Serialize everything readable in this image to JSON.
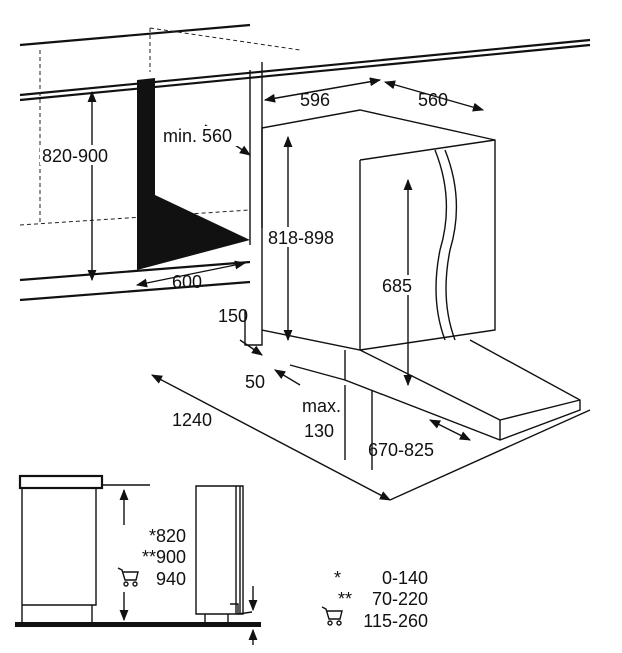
{
  "dimensions": {
    "niche_width": "596",
    "niche_depth": "560",
    "niche_height": "820-900",
    "min_depth": "min. 560",
    "appliance_height": "818-898",
    "niche_width_front": "600",
    "door_height": "685",
    "plinth_height": "150",
    "plinth_depth": "50",
    "max_label": "max.",
    "max_value": "130",
    "door_travel": "1240",
    "door_open_range": "670-825"
  },
  "side_view": {
    "heights": [
      "*820",
      "**900",
      "940"
    ],
    "plinth_ranges": [
      {
        "marker": "*",
        "value": "0-140"
      },
      {
        "marker": "**",
        "value": "70-220"
      },
      {
        "marker": "cart",
        "value": "115-260"
      }
    ]
  },
  "icons": [
    "cart-icon",
    "arrow-icon"
  ],
  "colors": {
    "line": "#111111",
    "background": "#ffffff"
  }
}
